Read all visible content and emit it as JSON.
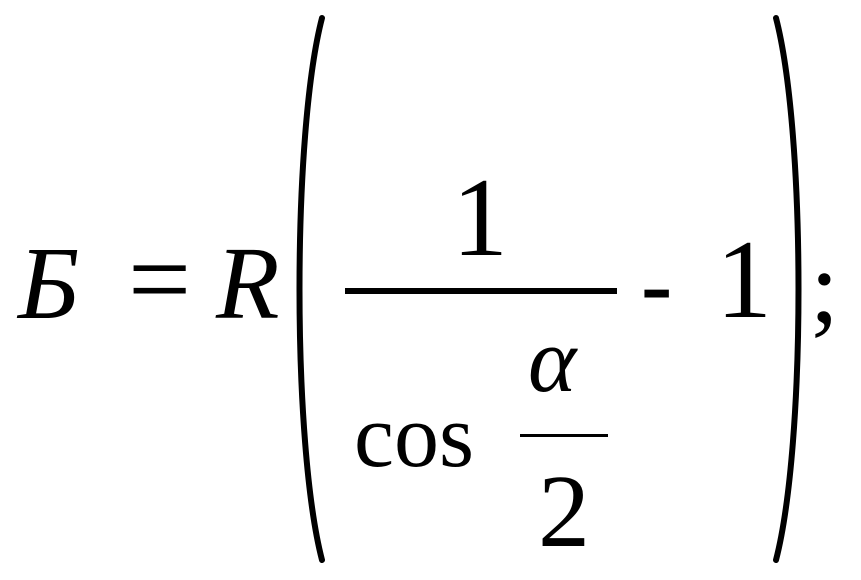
{
  "formula": {
    "variable_b": "Б",
    "equals_sign": "=",
    "variable_r": "R",
    "numerator": "1",
    "cosine_function": "cos",
    "angle_symbol": "α",
    "angle_divisor": "2",
    "minus_sign": "-",
    "subtrahend": "1",
    "terminator": ";"
  }
}
